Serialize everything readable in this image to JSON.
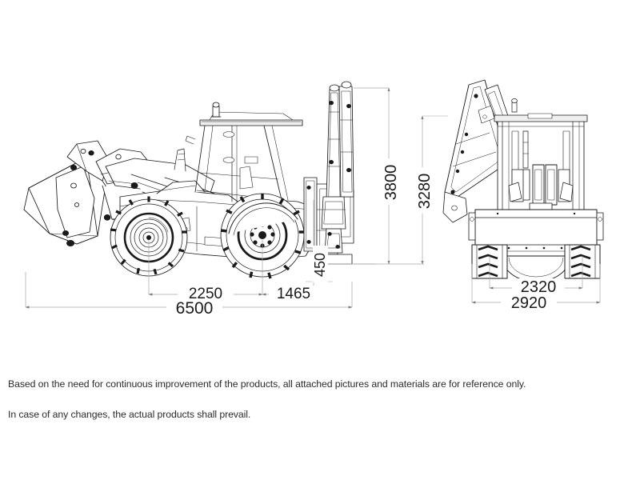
{
  "document": {
    "type": "technical-dimension-drawing",
    "subject": "Backhoe Loader",
    "background_color": "#ffffff",
    "line_color": "#1a1a1a",
    "dimension_line_color": "#8c8c8c",
    "dimension_text_color": "#1a1a1a",
    "units": "mm"
  },
  "views": {
    "side": {
      "name": "Side elevation view",
      "label": "side-view-backhoe-loader"
    },
    "rear": {
      "name": "Rear elevation view",
      "label": "rear-view-backhoe-loader"
    }
  },
  "dimensions": {
    "side": [
      {
        "id": "wheelbase",
        "value": "2250",
        "orientation": "horizontal"
      },
      {
        "id": "rear-overhang",
        "value": "1465",
        "orientation": "horizontal"
      },
      {
        "id": "overall-length",
        "value": "6500",
        "orientation": "horizontal"
      },
      {
        "id": "ground-clearance",
        "value": "450",
        "orientation": "vertical"
      },
      {
        "id": "overall-height-boom",
        "value": "3800",
        "orientation": "vertical"
      },
      {
        "id": "overall-height-cab",
        "value": "3280",
        "orientation": "vertical"
      }
    ],
    "rear": [
      {
        "id": "track-width",
        "value": "2320",
        "orientation": "horizontal"
      },
      {
        "id": "overall-width",
        "value": "2920",
        "orientation": "horizontal"
      }
    ]
  },
  "disclaimer": {
    "line1": "Based on the need for continuous improvement of the products, all attached pictures and materials are for reference only.",
    "line2": "In case of any changes, the actual products shall prevail."
  }
}
